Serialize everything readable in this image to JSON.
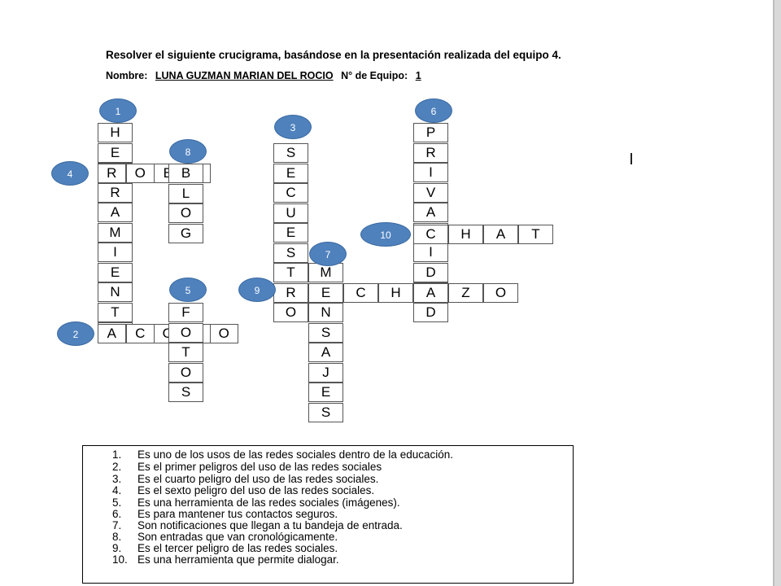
{
  "document": {
    "title": "Resolver el siguiente crucigrama, basándose en la presentación realizada del equipo 4.",
    "name_label": "Nombre:",
    "name_value": "LUNA GUZMAN MARIAN DEL ROCIO",
    "team_label": "N° de Equipo:",
    "team_value": "1"
  },
  "crossword": {
    "badges": [
      "1",
      "2",
      "3",
      "4",
      "5",
      "6",
      "7",
      "8",
      "9",
      "10"
    ],
    "words": {
      "1": "HERRAMIENTA",
      "2": "ACOSO",
      "3": "SECUESTRO",
      "4": "ROBO",
      "5": "FOTOS",
      "6": "PRIVACIDAD",
      "7": "MENSAJES",
      "8": "BLOG",
      "9": "RECHAZO",
      "10": "CHAT"
    }
  },
  "clues": [
    {
      "num": "1.",
      "text": "Es uno de los usos de las redes sociales dentro de la educación."
    },
    {
      "num": "2.",
      "text": "Es el primer peligros del uso de las redes sociales"
    },
    {
      "num": "3.",
      "text": "Es el cuarto peligro del uso de las redes sociales."
    },
    {
      "num": "4.",
      "text": "Es el sexto peligro del uso de las redes sociales."
    },
    {
      "num": "5.",
      "text": "Es una herramienta de las redes sociales (imágenes)."
    },
    {
      "num": "6.",
      "text": "Es para mantener tus contactos seguros."
    },
    {
      "num": "7.",
      "text": "Son notificaciones que llegan a tu bandeja de entrada."
    },
    {
      "num": "8.",
      "text": "Son entradas que van cronológicamente."
    },
    {
      "num": "9.",
      "text": "Es el tercer peligro de las redes sociales."
    },
    {
      "num": "10.",
      "text": "Es una herramienta que permite dialogar."
    }
  ]
}
